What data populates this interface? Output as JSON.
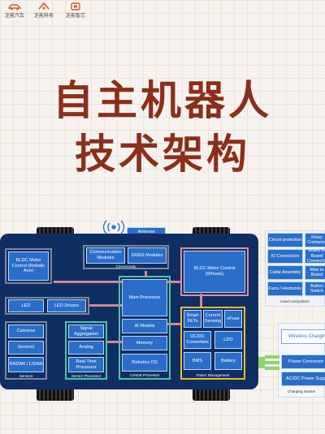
{
  "header": {
    "logos": [
      {
        "icon": "smart-car-icon",
        "label": "芝能汽车"
      },
      {
        "icon": "tech-icon",
        "label": "芝能科技"
      },
      {
        "icon": "smart-icon",
        "label": "芝能智芯"
      }
    ]
  },
  "title": {
    "line1": "自主机器人",
    "line2": "技术架构"
  },
  "diagram": {
    "antenna": "Antenna",
    "connectivity": {
      "comm": "Communication Modules",
      "gnss": "GNSS Modules",
      "label": "Connectivity"
    },
    "bldc_arm": "BLDC Motor Control (Robotic Arm)",
    "bldc_wheels": "BLDC Motor Control (Wheels)",
    "led": "LED",
    "led_drivers": "LED Drivers",
    "sensors": {
      "cameras": "Cameras",
      "sensors": "Sensors",
      "radar": "RADAR / LIDAR",
      "label": "Sensors"
    },
    "sensor_processor": {
      "signal": "Signal Aggregation",
      "analog": "Analog",
      "rtp": "Real Time Processor",
      "label": "Sensor Processor"
    },
    "central": {
      "main": "Main Processor",
      "ai": "AI Models",
      "memory": "Memory",
      "os": "Robotics OS",
      "label": "Central Processor"
    },
    "power": {
      "fets": "Smart FETs",
      "current": "Current Sensing",
      "efuse": "eFuse",
      "dcdc": "DC/DC Converters",
      "ldo": "LDO",
      "bms": "BMS",
      "battery": "Battery",
      "label": "Power Management"
    },
    "used_everywhere": {
      "items": [
        "Circuit protection",
        "Relay Contactor",
        "IO Connectors",
        "Board to Board Connector",
        "Cable Assembly",
        "Wire to Board",
        "Fans / Heatsinks",
        "Button Switch"
      ],
      "label": "Used everywhere"
    },
    "charging": {
      "wireless": "Wireless Charging",
      "connector": "Power Connector",
      "acdc": "AC/DC Power Supply",
      "label": "Charging Station"
    }
  }
}
